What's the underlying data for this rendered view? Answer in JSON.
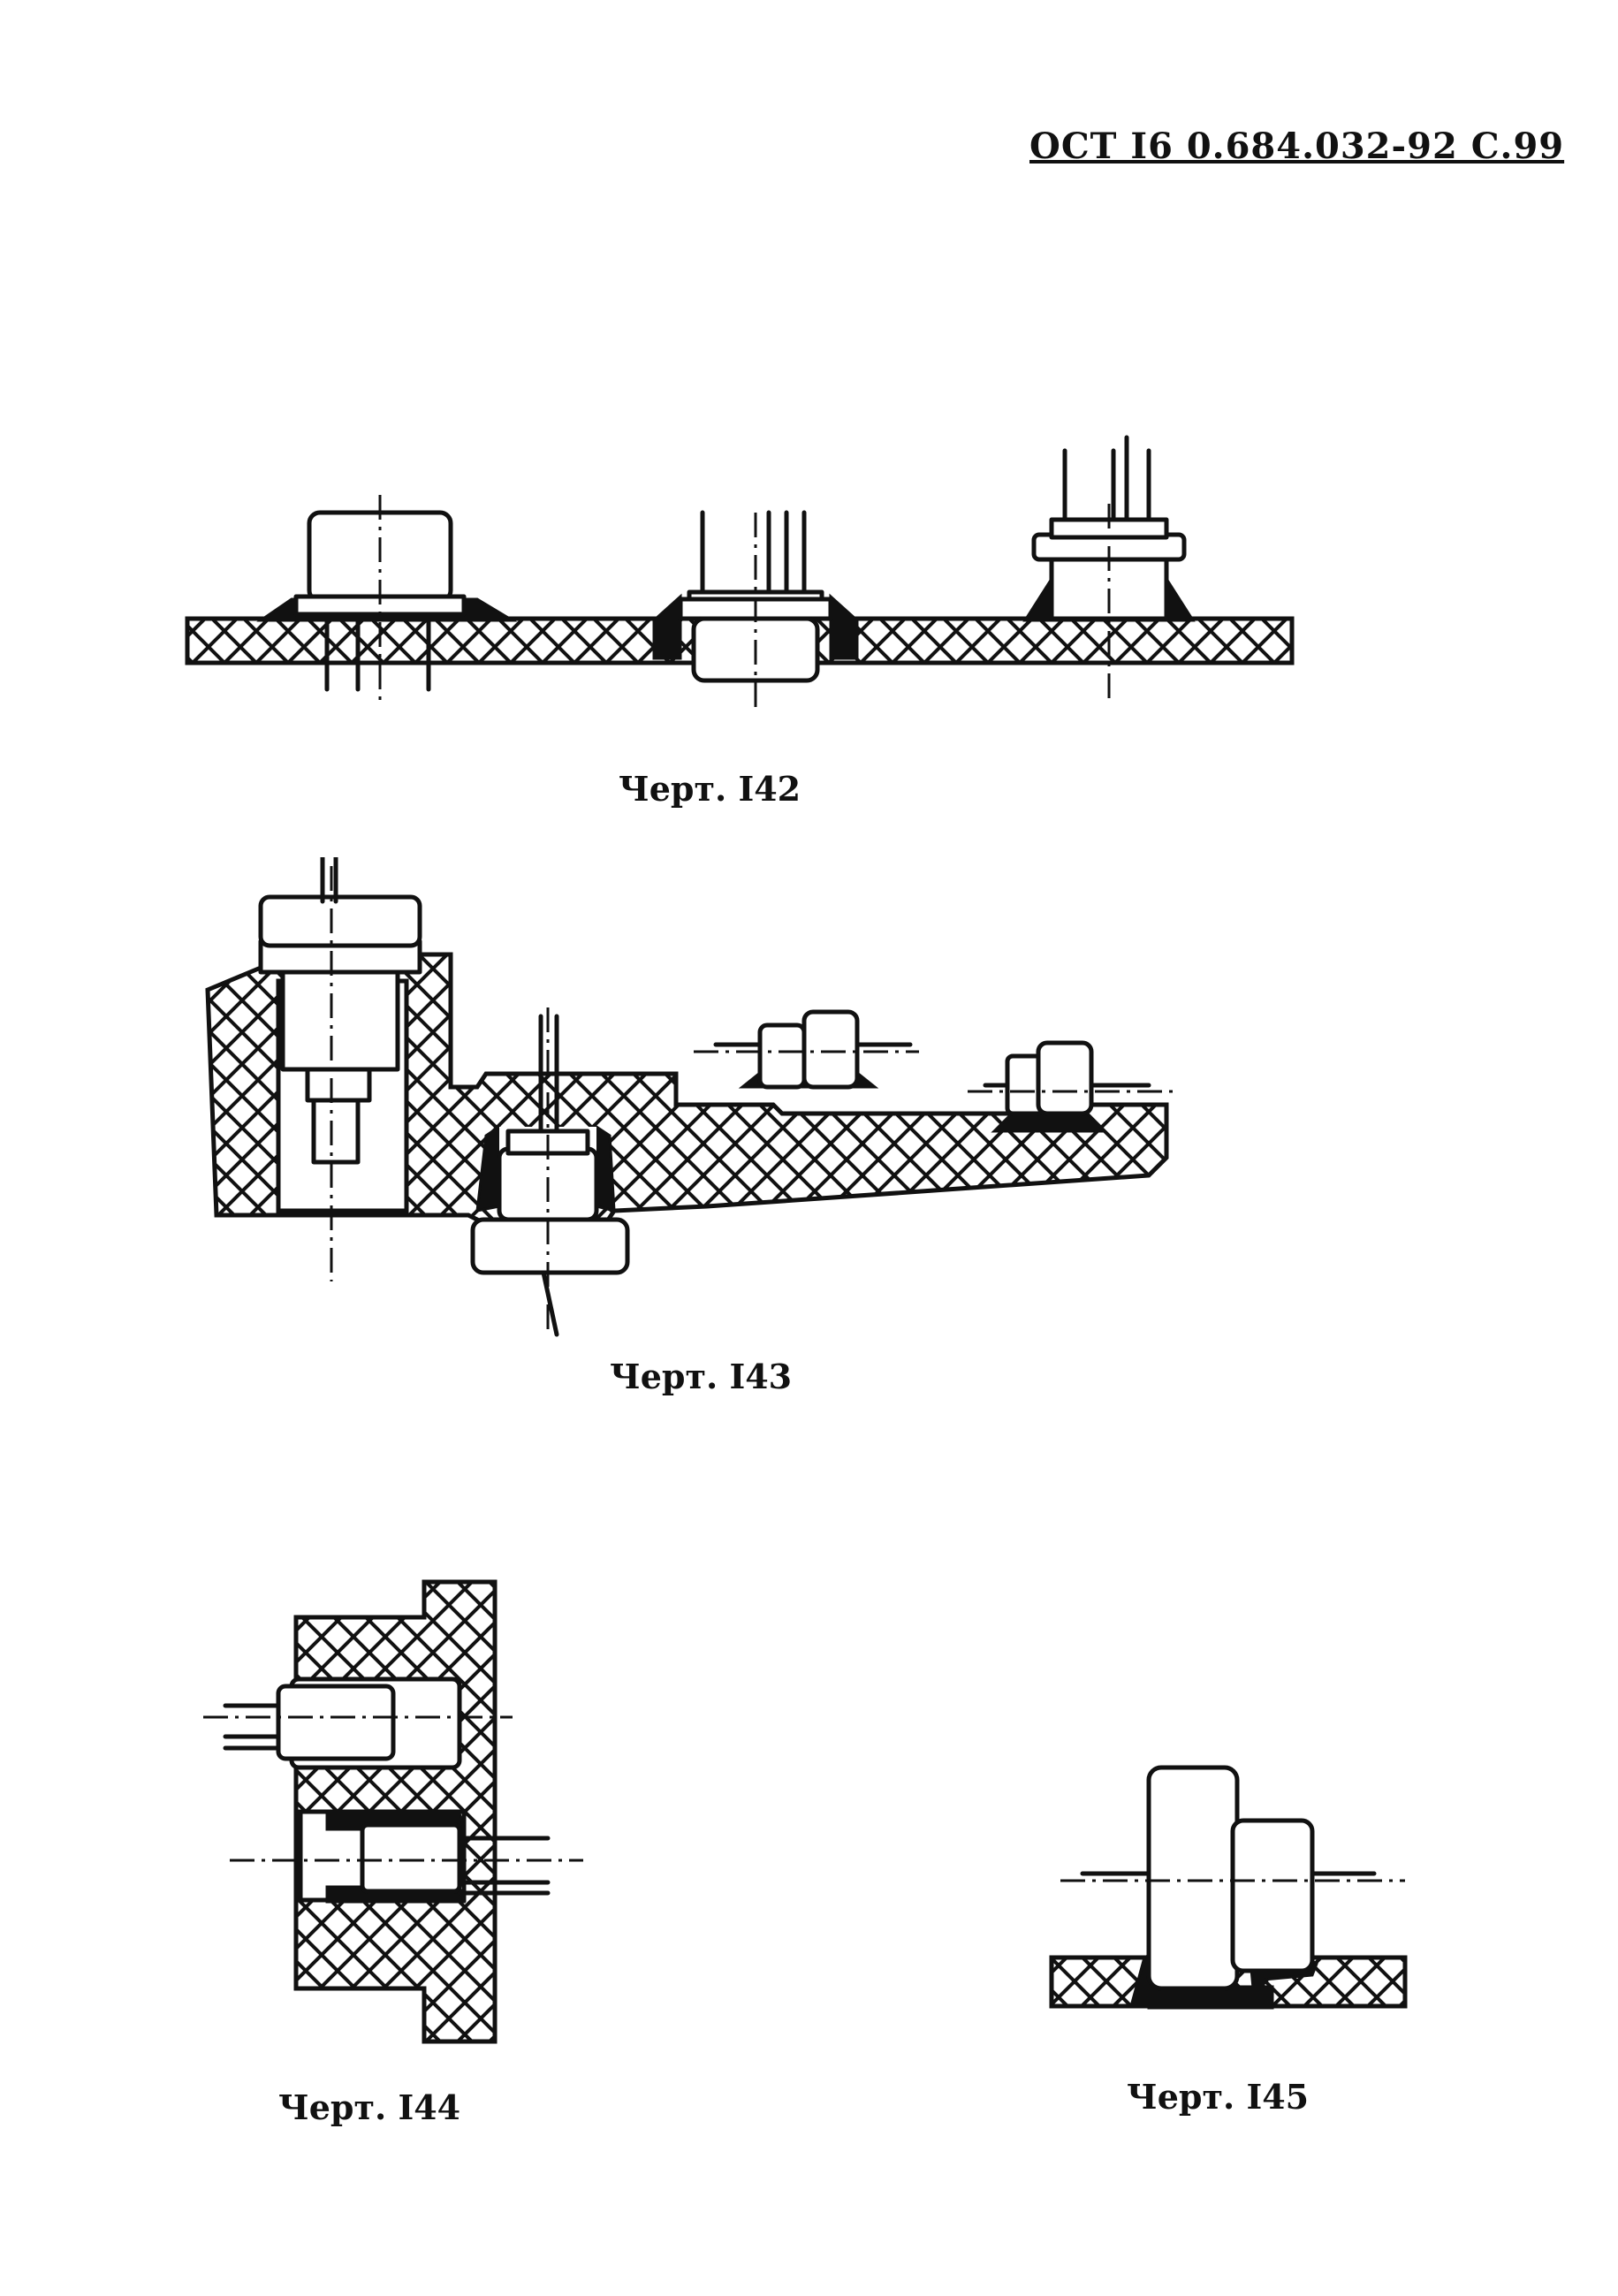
{
  "header": {
    "doc_ref": "ОСТ I6 0.684.032-92 С.99"
  },
  "figures": [
    {
      "caption": "Черт. I42"
    },
    {
      "caption": "Черт. I43"
    },
    {
      "caption": "Черт. I44"
    },
    {
      "caption": "Черт. I45"
    }
  ]
}
